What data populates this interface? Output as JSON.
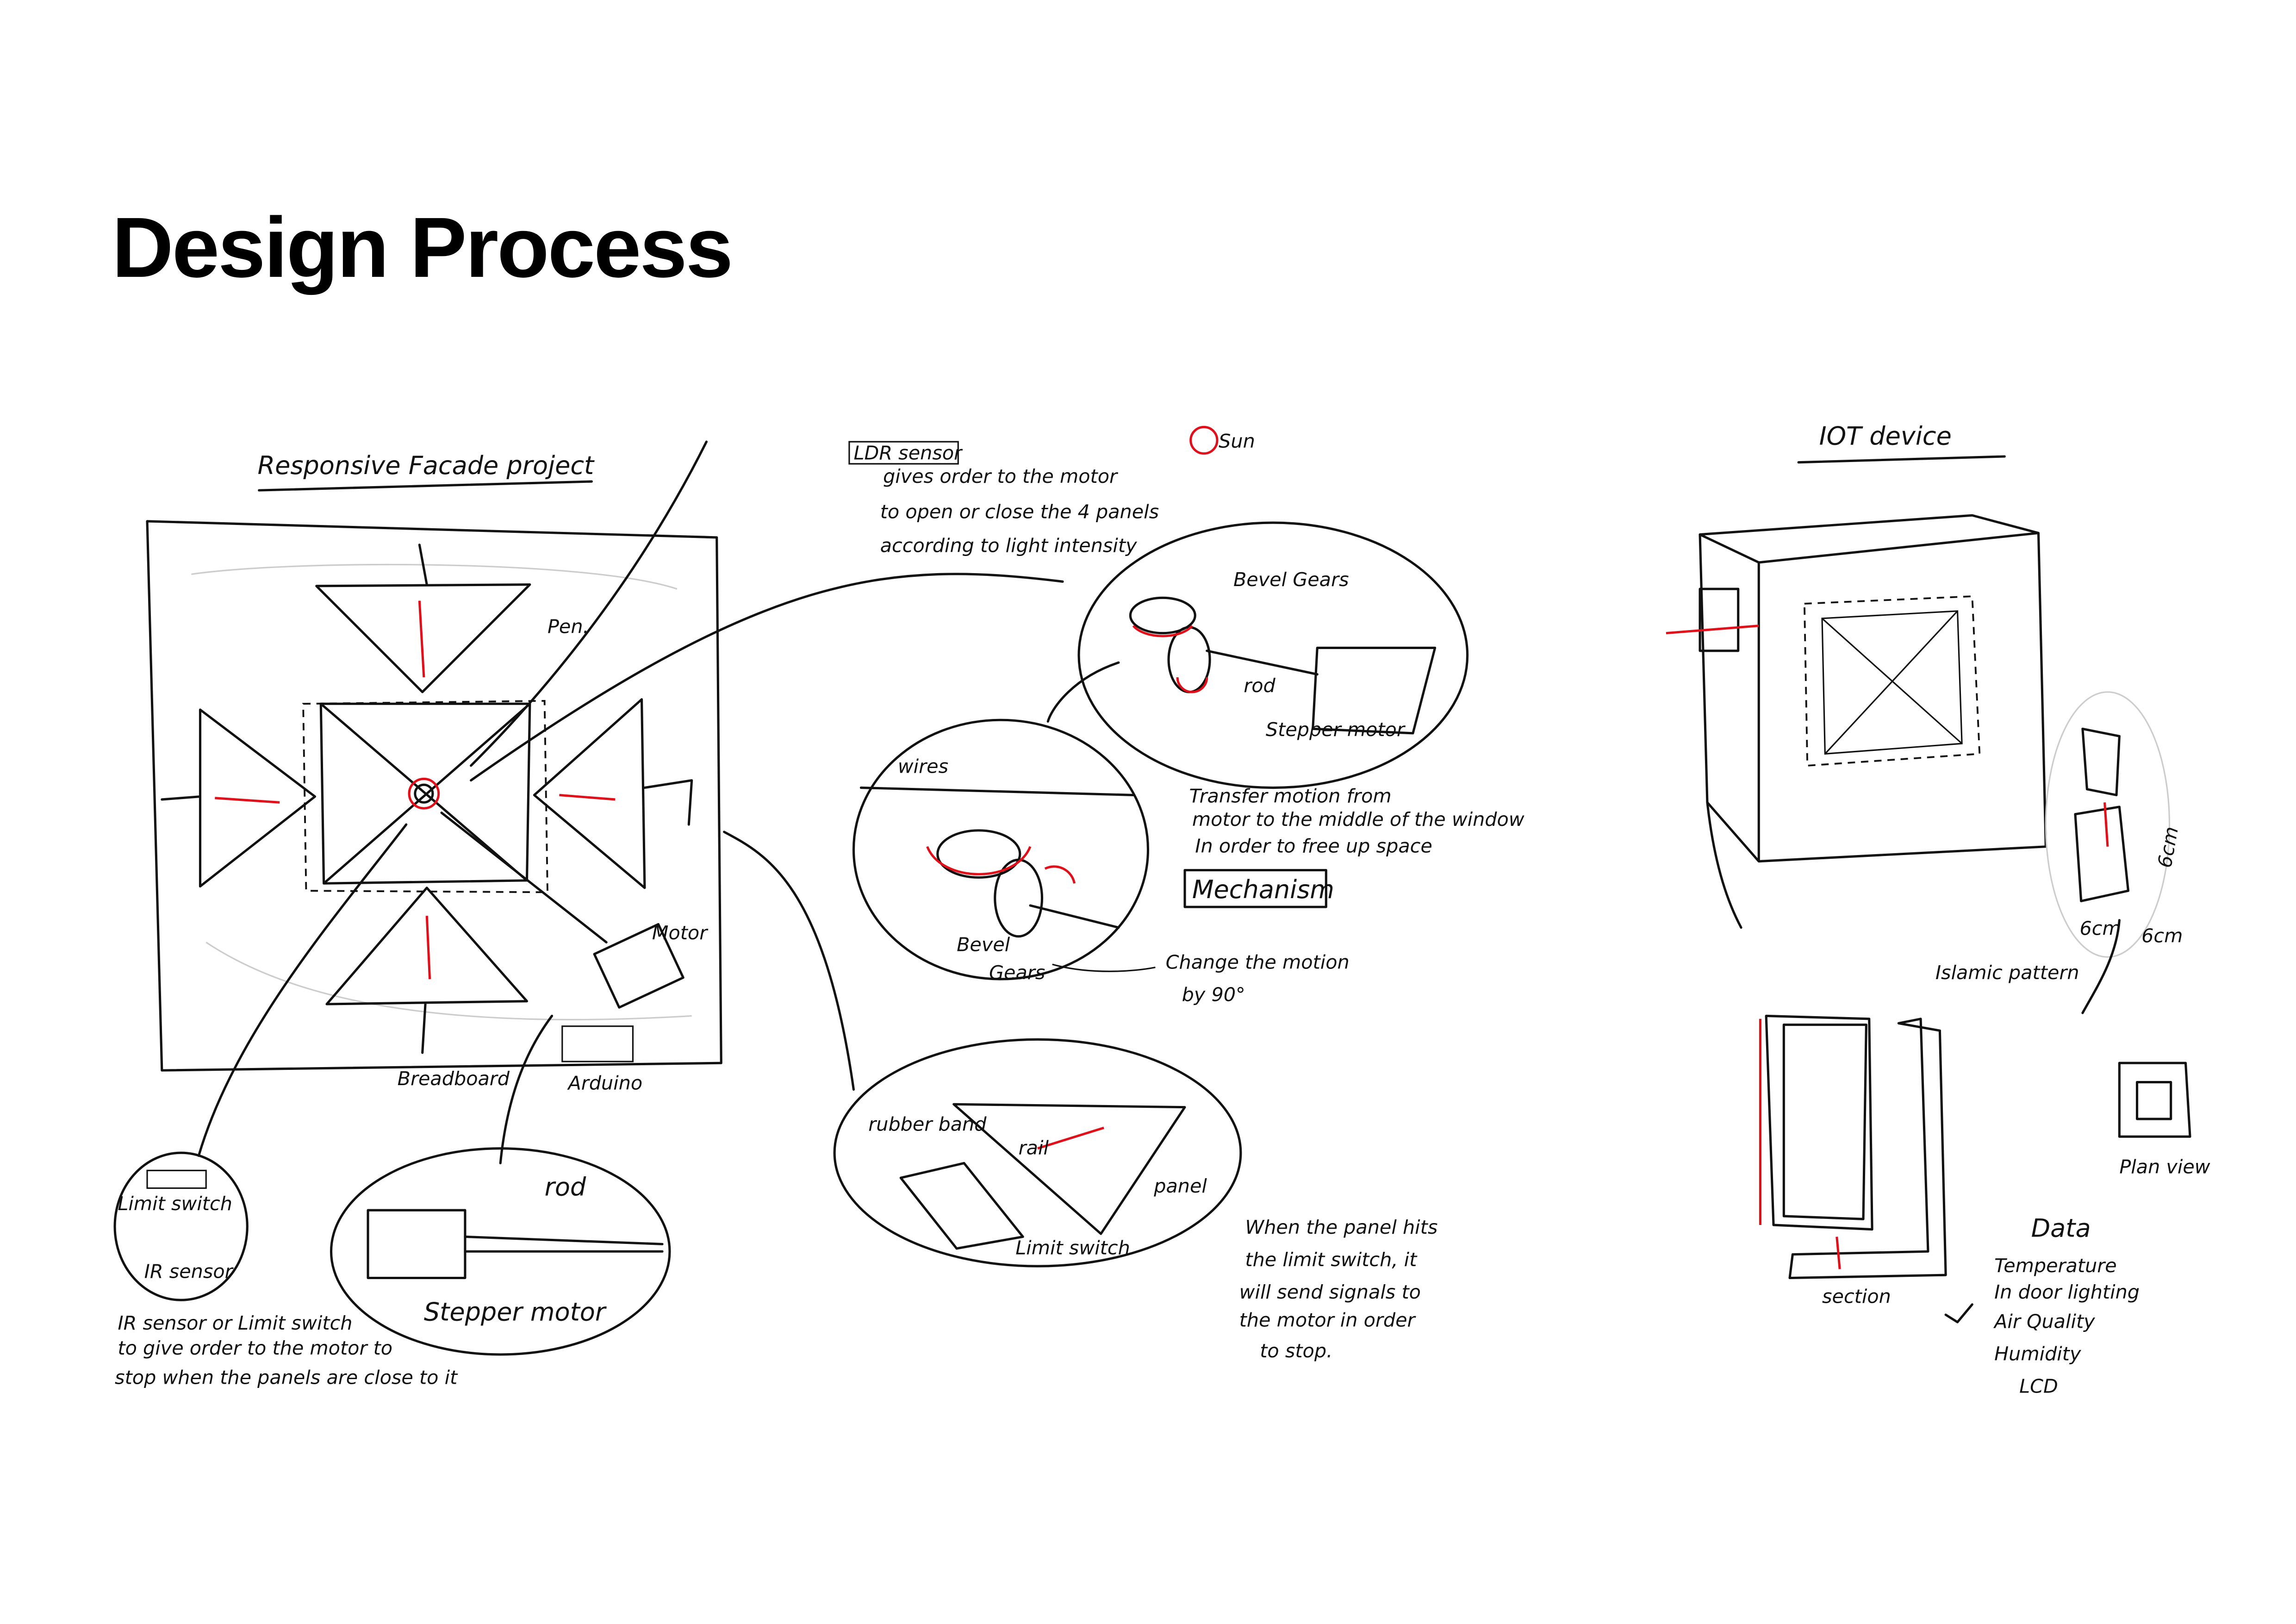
{
  "page": {
    "title": "Design Process"
  },
  "colors": {
    "ink": "#111111",
    "accent": "#e0101a"
  },
  "facade": {
    "heading": "Responsive Facade project",
    "pen_label": "Pen.",
    "motor_label": "Motor",
    "breadboard_label": "Breadboard",
    "arduino_label": "Arduino"
  },
  "ldr": {
    "box_label": "LDR sensor",
    "lines": [
      "gives order to the motor",
      "to open or close the 4 panels",
      "according to light intensity"
    ],
    "sun_label": "Sun"
  },
  "gear_detail": {
    "bevel_gears": "Bevel Gears",
    "rod": "rod",
    "stepper_motor": "Stepper motor",
    "note": [
      "Transfer motion from",
      "motor to the middle of the window",
      "In order to free up space"
    ]
  },
  "mechanism": {
    "heading": "Mechanism",
    "wires": "wires",
    "bevel": "Bevel",
    "gears": "Gears",
    "note": [
      "Change the motion",
      "by 90°"
    ]
  },
  "panel_detail": {
    "rubber_band": "rubber band",
    "rail": "rail",
    "panel": "panel",
    "limit_switch": "Limit switch",
    "note": [
      "When the panel hits",
      "the limit switch, it",
      "will send signals to",
      "the motor in order",
      "to stop."
    ]
  },
  "sensor_detail": {
    "limit_switch": "Limit switch",
    "ir_sensor": "IR sensor",
    "note": [
      "IR sensor or Limit switch",
      "to give order to the motor to",
      "stop when the panels are close to it"
    ]
  },
  "stepper_detail": {
    "rod": "rod",
    "stepper_motor": "Stepper motor"
  },
  "iot": {
    "heading": "IOT device",
    "islamic_pattern": "Islamic pattern",
    "section": "section",
    "plan_view": "Plan view",
    "dims": [
      "6cm",
      "6cm",
      "6cm"
    ],
    "data_heading": "Data",
    "data_items": [
      "Temperature",
      "In door lighting",
      "Air Quality",
      "Humidity"
    ],
    "extra": "LCD"
  }
}
